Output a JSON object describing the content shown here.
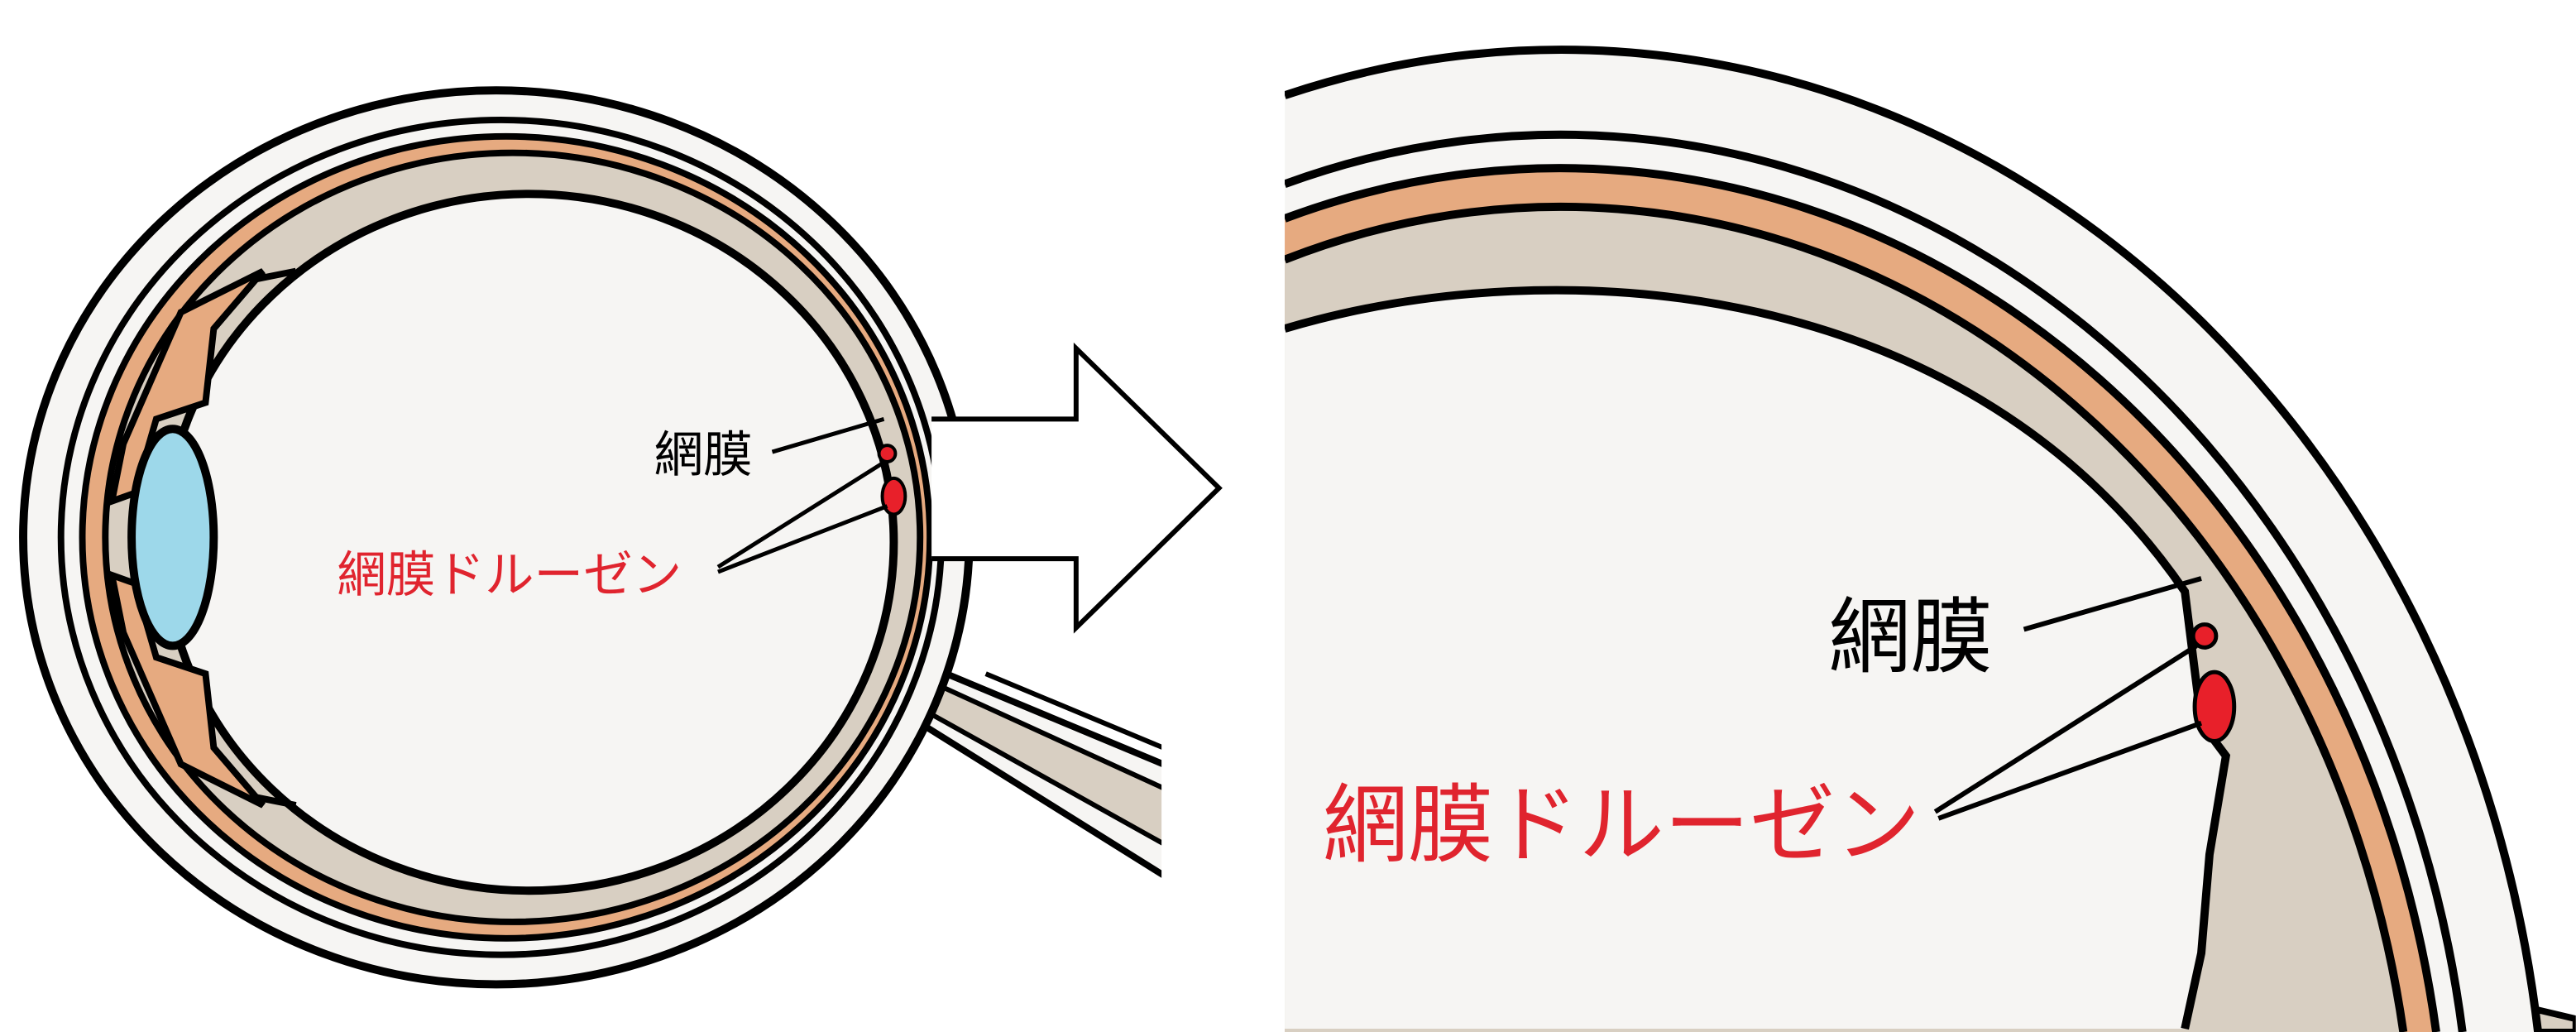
{
  "diagram": {
    "overview": {
      "retina_label": "網膜",
      "drusen_label": "網膜ドルーゼン"
    },
    "zoomed": {
      "retina_label": "網膜",
      "drusen_label": "網膜ドルーゼン"
    },
    "colors": {
      "sclera": "#f6f5f3",
      "choroid": "#e6aa80",
      "retina": "#d8cfc2",
      "vitreous": "#f6f5f3",
      "lens": "#9dd8ea",
      "drusen": "#e8202a",
      "drusen_text": "#e0242e",
      "outline": "#000000"
    }
  }
}
